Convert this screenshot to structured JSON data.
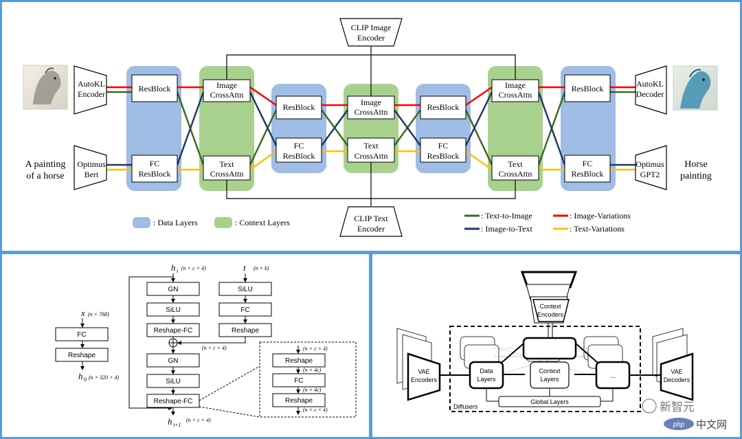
{
  "top": {
    "clip_image": [
      "CLIP Image",
      "Encoder"
    ],
    "clip_text": [
      "CLIP Text",
      "Encoder"
    ],
    "autokl_enc": [
      "AutoKL",
      "Encoder"
    ],
    "autokl_dec": [
      "AutoKL",
      "Decoder"
    ],
    "optimus_bert": [
      "Optimus",
      "Bert"
    ],
    "optimus_gpt2": [
      "Optimus",
      "GPT2"
    ],
    "input_text": [
      "A painting",
      "of a horse"
    ],
    "output_text": [
      "Horse",
      "painting"
    ],
    "resblock": "ResBlock",
    "fc_resblock": [
      "FC",
      "ResBlock"
    ],
    "image_crossattn": [
      "Image",
      "CrossAttn"
    ],
    "text_crossattn": [
      "Text",
      "CrossAttn"
    ],
    "legend": {
      "data_layers": ": Data Layers",
      "context_layers": ": Context Layers",
      "t2i": ": Text-to-Image",
      "i2t": ": Image-to-Text",
      "iv": ": Image-Variations",
      "tv": ": Text-Variations"
    },
    "colors": {
      "data": "#9fbde5",
      "context": "#a9d18e",
      "green": "#386a1f",
      "navy": "#1f3864",
      "red": "#ff0000",
      "yellow": "#ffc000"
    },
    "images": {
      "input": "horse-painting-input",
      "output": "horse-painting-output"
    }
  },
  "left": {
    "x_label": "x",
    "x_dim": "(n × 768)",
    "fc": "FC",
    "reshape": "Reshape",
    "h0": "h",
    "h0_sub": "0",
    "h0_dim": "(n × 320 × 4)",
    "hi": "h",
    "hi_sub": "i",
    "hi_dim": "(n × c × 4)",
    "t_label": "t",
    "t_dim": "(n × k)",
    "gn": "GN",
    "silu": "SiLU",
    "reshape_fc": "Reshape-FC",
    "ncx4": "(n × c × 4)",
    "n4c": "(n × 4c)",
    "hout": "h",
    "hout_sub": "i+1",
    "hout_dim": "(n × c × 4)"
  },
  "right": {
    "context_encoders": [
      "Context",
      "Encoders"
    ],
    "vae_encoders": [
      "VAE",
      "Encoders"
    ],
    "vae_decoders": [
      "VAE",
      "Decoders"
    ],
    "data_layers": [
      "Data",
      "Layers"
    ],
    "context_layers": [
      "Context",
      "Layers"
    ],
    "ellipsis": "...",
    "global_layers": "Global Layers",
    "diffusers": "Diffusers"
  },
  "watermark": {
    "text1": "新智元",
    "text2": "中文网",
    "brand": "php"
  }
}
